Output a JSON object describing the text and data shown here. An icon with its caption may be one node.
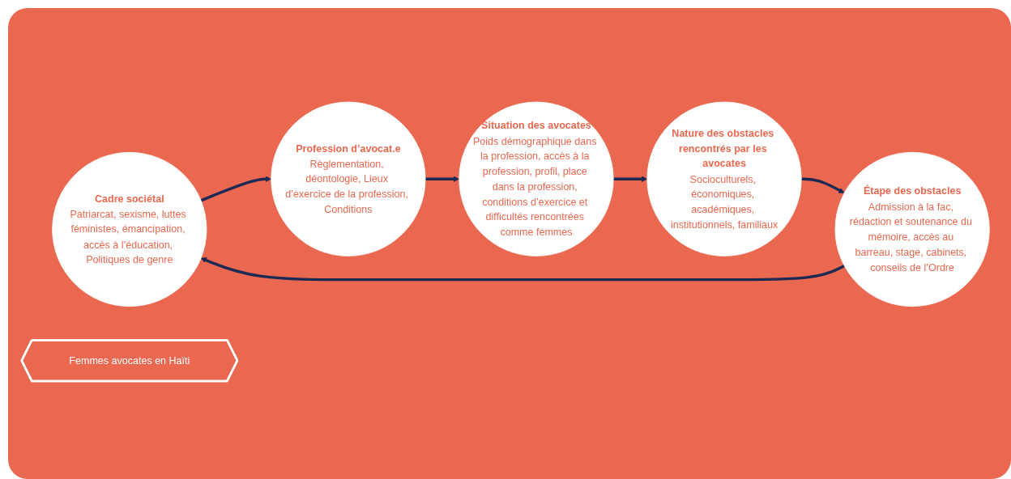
{
  "diagram": {
    "nodes": [
      {
        "text": [
          "Cadre sociétal",
          "Patriarcat, sexisme, luttes féministes, émancipation, accès à l’éducation, Politiques de genre"
        ]
      },
      {
        "text": [
          "Étape des obstacles",
          "Admission à la fac, rédaction et soutenance du mémoire, accès au barreau, stage, cabinets, conseils de l’Ordre"
        ]
      },
      {
        "text": [
          "Profession d’avocat.e",
          "Règlementation, déontologie, Lieux d’exercice de la profession, Conditions"
        ]
      },
      {
        "text": [
          "Femmes avocates en Haïti"
        ]
      },
      {
        "text": [
          "Nature des obstacles rencontrés par les avocates",
          "Socioculturels, économiques, académiques, institutionnels, familiaux"
        ]
      },
      {
        "text": [
          "Situation des avocates",
          "Poids démographique dans la profession, accès à la profession, profil, place dans la profession, conditions d’exercice et difficultés rencontrées comme femmes"
        ]
      }
    ],
    "edges": [
      {
        "from": 0,
        "to": 2,
        "arrow": "to"
      },
      {
        "from": 2,
        "to": 5,
        "arrow": "to"
      },
      {
        "from": 5,
        "to": 4,
        "arrow": "to"
      },
      {
        "from": 4,
        "to": 1,
        "arrow": "to"
      },
      {
        "from": 1,
        "to": 0,
        "arrow": "to"
      }
    ]
  }
}
